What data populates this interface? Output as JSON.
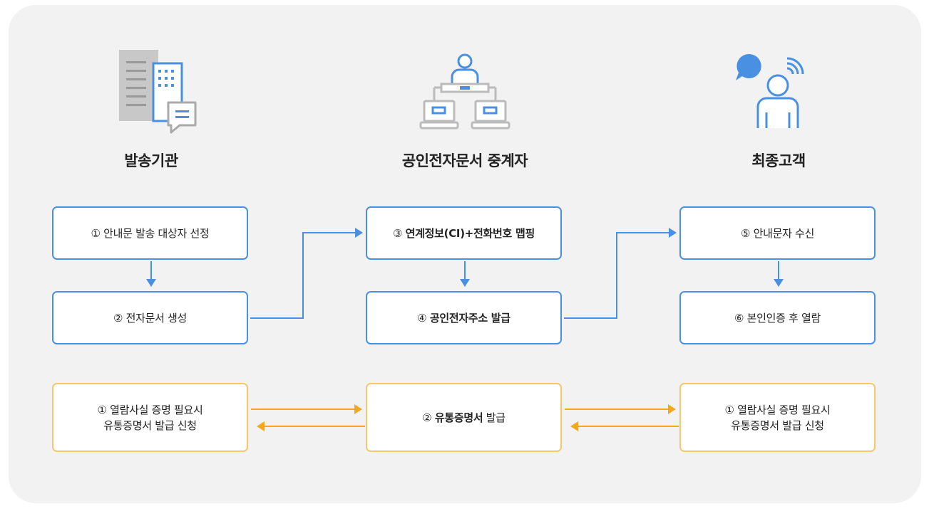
{
  "columns": [
    {
      "title": "발송기관",
      "icon": "building-icon"
    },
    {
      "title": "공인전자문서 중계자",
      "icon": "relay-network-icon"
    },
    {
      "title": "최종고객",
      "icon": "customer-speech-icon"
    }
  ],
  "flow": {
    "sender_step1": "① 안내문 발송 대상자 선정",
    "sender_step2": "② 전자문서 생성",
    "relay_step3_num": "③",
    "relay_step3": "연계정보(CI)+전화번호 맵핑",
    "relay_step4_num": "④",
    "relay_step4": "공인전자주소 발급",
    "customer_step5": "⑤ 안내문자 수신",
    "customer_step6": "⑥ 본인인증 후 열람"
  },
  "certificate": {
    "left_line1": "① 열람사실 증명 필요시",
    "left_line2": "유통증명서 발급 신청",
    "center_num": "②",
    "center_bold": "유통증명서",
    "center_rest": "발급",
    "right_line1": "① 열람사실 증명 필요시",
    "right_line2": "유통증명서 발급 신청"
  },
  "colors": {
    "blue": "#4a90e2",
    "orange": "#f5a623",
    "orange_border": "#f7c66b",
    "gray": "#c8c8c8",
    "panel": "#f2f2f2"
  }
}
